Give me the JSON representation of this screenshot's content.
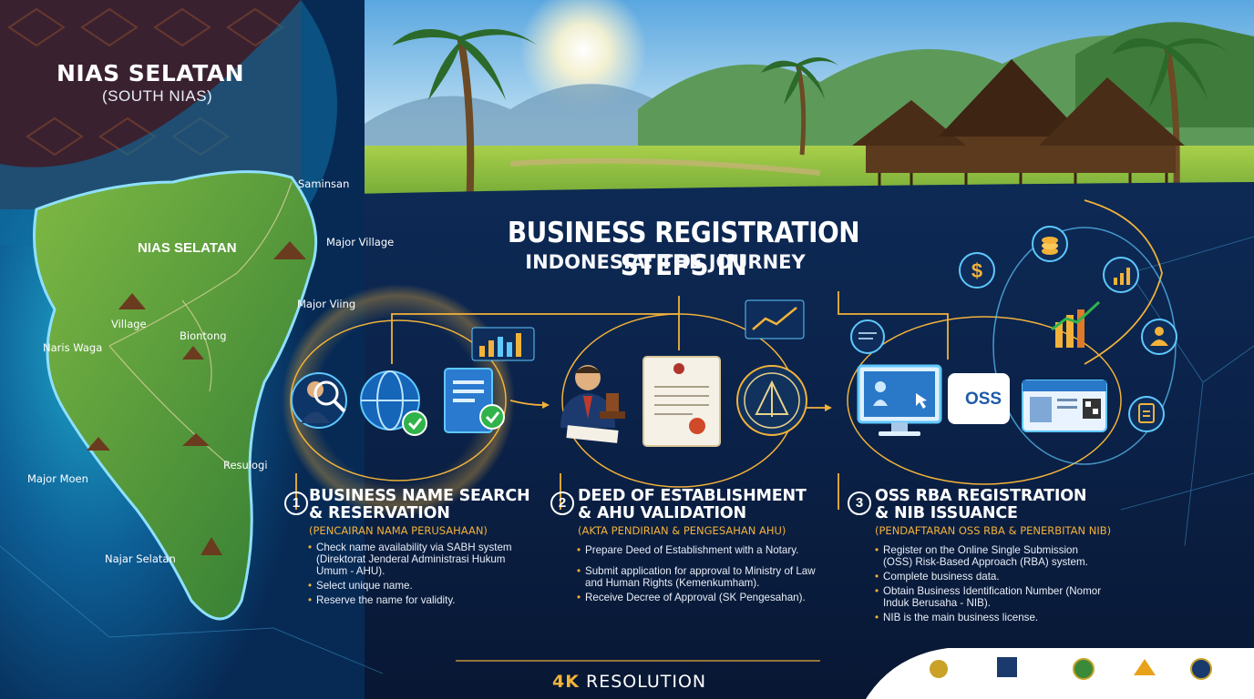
{
  "map": {
    "title": "NIAS SELATAN",
    "subtitle": "(SOUTH NIAS)",
    "region_label": "NIAS SELATAN",
    "places": [
      "Saminsan",
      "Major Village",
      "Major Viing",
      "Village",
      "Biontong",
      "Naris Waga",
      "Resulogi",
      "Major Moen",
      "Najar Selatan"
    ]
  },
  "header": {
    "title": "BUSINESS REGISTRATION STEPS IN",
    "subtitle": "INDONESIA: THE JOURNEY"
  },
  "steps": [
    {
      "number": "1",
      "title_lines": [
        "BUSINESS NAME SEARCH",
        "& RESERVATION"
      ],
      "local_name": "(PENCAIRAN NAMA PERUSAHAAN)",
      "items": [
        "Check name availability via SABH system (Direktorat Jenderal Administrasi Hukum Umum - AHU).",
        "Select unique name.",
        "Reserve the name for validity."
      ]
    },
    {
      "number": "2",
      "title_lines": [
        "DEED OF ESTABLISHMENT",
        "& AHU VALIDATION"
      ],
      "local_name": "(AKTA PENDIRIAN & PENGESAHAN AHU)",
      "items": [
        "Prepare Deed of Establishment with a Notary.",
        "Submit application for approval to Ministry of Law and Human Rights (Kemenkumham).",
        "Receive Decree of Approval (SK Pengesahan)."
      ]
    },
    {
      "number": "3",
      "title_lines": [
        "OSS RBA REGISTRATION",
        "& NIB ISSUANCE"
      ],
      "local_name": "(PENDAFTARAN OSS RBA & PENERBITAN NIB)",
      "items": [
        "Register on the Online Single Submission (OSS) Risk-Based Approach (RBA) system.",
        "Complete business data.",
        "Obtain Business Identification Number (Nomor Induk Berusaha - NIB).",
        "NIB is the main business license."
      ]
    }
  ],
  "oss_logo": "OSS",
  "footer": {
    "strong": "4K",
    "rest": " RESOLUTION"
  },
  "icons": [
    "search-person-icon",
    "globe-check-icon",
    "document-check-icon",
    "notary-icon",
    "deed-scroll-icon",
    "ministry-seal-icon",
    "computer-icon",
    "oss-logo-icon",
    "id-card-icon",
    "dollar-icon",
    "coins-icon",
    "chart-up-icon",
    "officer-icon",
    "clipboard-icon",
    "bar-chart-icon"
  ],
  "colors": {
    "accent": "#f2b23a",
    "glow": "#5ec8ff",
    "bg": "#0b1f3f"
  }
}
